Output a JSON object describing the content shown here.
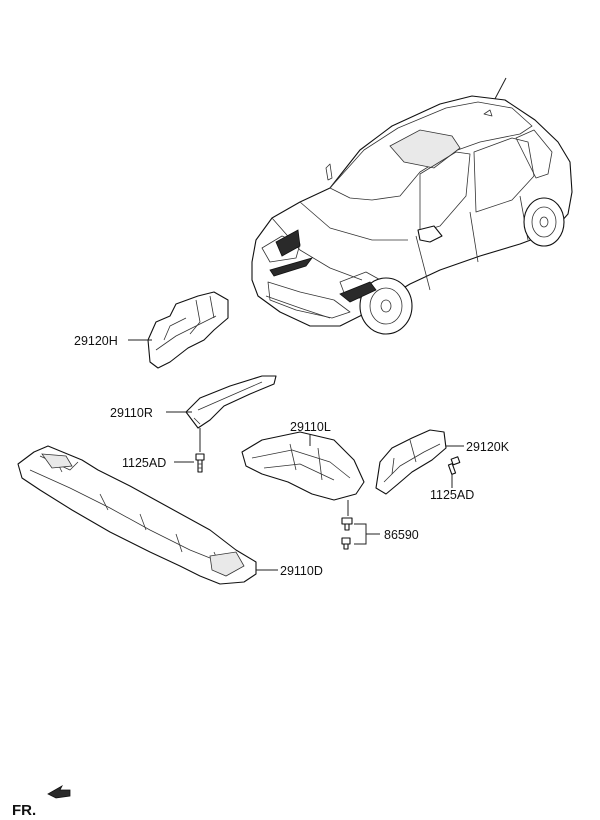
{
  "labels": {
    "part_29120H": "29120H",
    "part_29110R": "29110R",
    "part_1125AD_left": "1125AD",
    "part_29110L": "29110L",
    "part_29120K": "29120K",
    "part_1125AD_right": "1125AD",
    "part_86590": "86590",
    "part_29110D": "29110D",
    "front_direction": "FR."
  },
  "colors": {
    "line": "#111111",
    "background": "#ffffff"
  }
}
